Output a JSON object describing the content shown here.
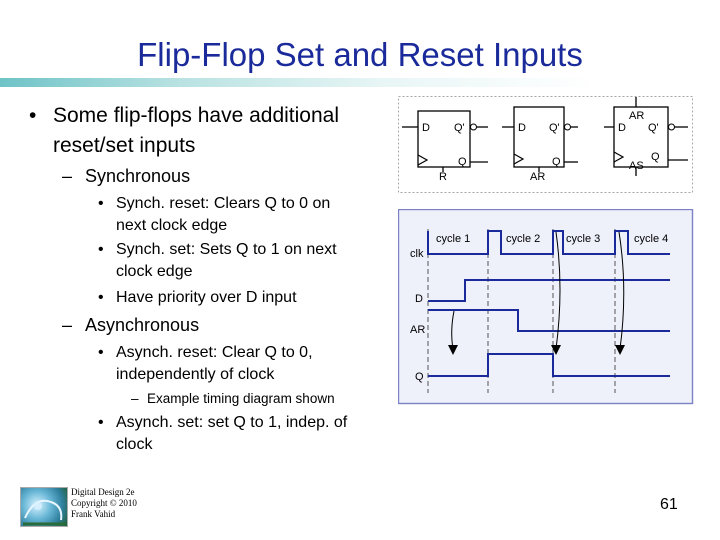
{
  "slide": {
    "title": "Flip-Flop Set and Reset Inputs",
    "page_number": "61",
    "footer_lines": [
      "Digital Design 2e",
      "Copyright © 2010",
      "Frank Vahid"
    ]
  },
  "bullets": {
    "b1_line1": "Some flip-flops have additional",
    "b1_line2": "reset/set inputs",
    "sync": "Synchronous",
    "sync_reset_line1": "Synch. reset: Clears Q to 0 on",
    "sync_reset_line2": "next clock edge",
    "sync_set_line1": "Synch. set: Sets Q to 1 on next",
    "sync_set_line2": "clock edge",
    "priority": "Have priority over D input",
    "async": "Asynchronous",
    "async_reset_line1": "Asynch. reset: Clear Q to 0,",
    "async_reset_line2": "independently of clock",
    "example": "Example timing diagram shown",
    "async_set_line1": "Asynch. set: set Q to 1, indep. of",
    "async_set_line2": "clock"
  },
  "flipflops": {
    "ff1": {
      "d": "D",
      "qbar": "Q'",
      "q": "Q",
      "r": "R"
    },
    "ff2": {
      "d": "D",
      "qbar": "Q'",
      "q": "Q",
      "ar": "AR"
    },
    "ff3": {
      "d": "D",
      "qbar": "Q'",
      "q": "Q",
      "ar": "AR",
      "as": "AS"
    }
  },
  "timing": {
    "cycles": [
      "cycle 1",
      "cycle 2",
      "cycle 3",
      "cycle 4"
    ],
    "signals": [
      "clk",
      "D",
      "AR",
      "Q"
    ]
  }
}
